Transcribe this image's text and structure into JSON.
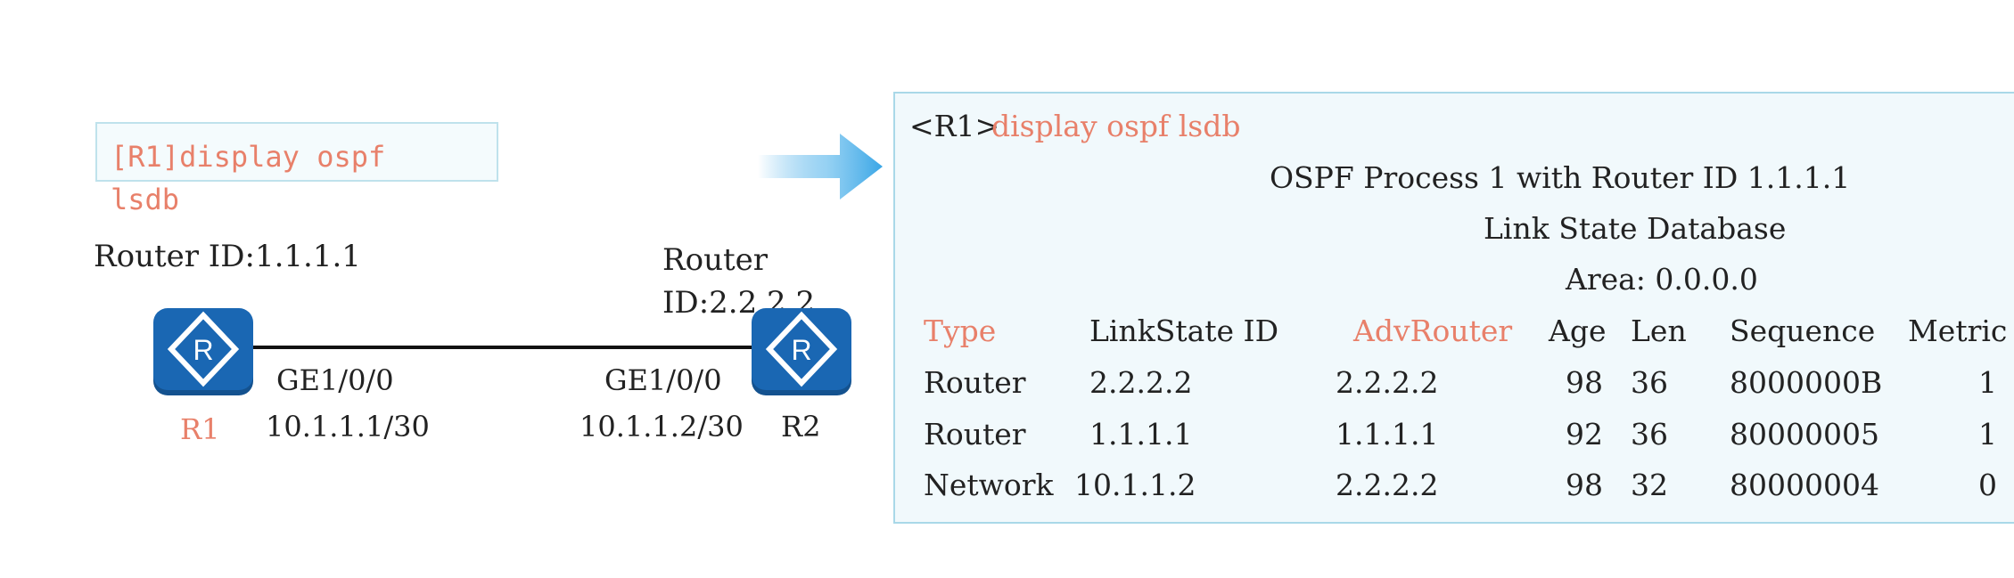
{
  "left": {
    "command": "[R1]display ospf lsdb",
    "r1_router_id": "Router ID:1.1.1.1",
    "r2_router_id": "Router ID:2.2.2.2",
    "r1_interface": "GE1/0/0",
    "r1_ip": "10.1.1.1/30",
    "r1_name": "R1",
    "r2_interface": "GE1/0/0",
    "r2_ip": "10.1.1.2/30",
    "r2_name": "R2",
    "router_icon_letter": "R"
  },
  "right": {
    "prompt": "<R1>",
    "command": "display ospf lsdb",
    "process_line": "OSPF Process 1 with Router ID 1.1.1.1",
    "db_title": "Link State Database",
    "area_line": "Area: 0.0.0.0",
    "headers": {
      "type": "Type",
      "linkstate_id": "LinkState ID",
      "adv_router": "AdvRouter",
      "age": "Age",
      "len": "Len",
      "sequence": "Sequence",
      "metric": "Metric"
    },
    "rows": [
      {
        "type": "Router",
        "linkstate_id": "2.2.2.2",
        "adv_router": "2.2.2.2",
        "age": "98",
        "len": "36",
        "sequence": "8000000B",
        "metric": "1"
      },
      {
        "type": "Router",
        "linkstate_id": "1.1.1.1",
        "adv_router": "1.1.1.1",
        "age": "92",
        "len": "36",
        "sequence": "80000005",
        "metric": "1"
      },
      {
        "type": "Network",
        "linkstate_id": "10.1.1.2",
        "adv_router": "2.2.2.2",
        "age": "98",
        "len": "32",
        "sequence": "80000004",
        "metric": "0"
      }
    ]
  },
  "colors": {
    "accent_red": "#e8806a",
    "router_blue": "#1a67b3",
    "panel_bg": "#f1f9fc",
    "panel_border": "#a9d8e8",
    "arrow_blue": "#3aa6e6"
  },
  "icons": {
    "router": "router-icon",
    "arrow": "right-arrow-icon"
  }
}
